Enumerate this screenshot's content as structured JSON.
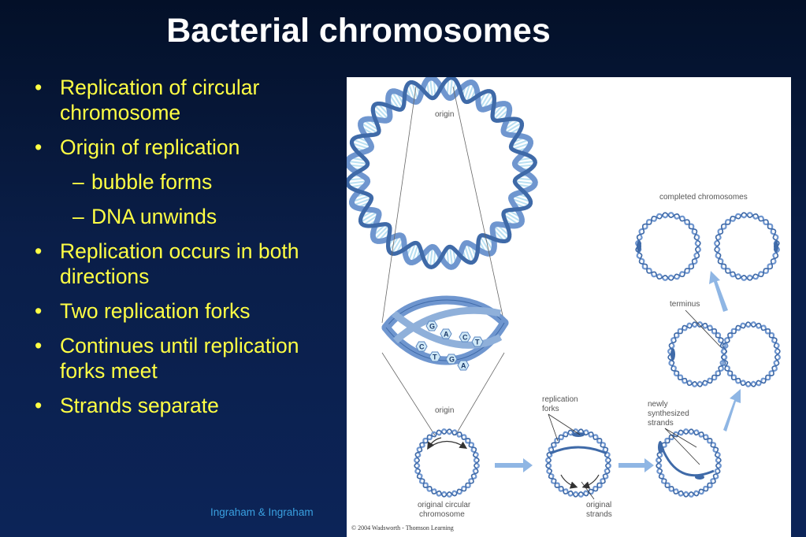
{
  "slide": {
    "title": "Bacterial chromosomes",
    "credit": "Ingraham & Ingraham"
  },
  "bullets": [
    {
      "level": 1,
      "marker": "•",
      "text": "Replication of circular chromosome"
    },
    {
      "level": 1,
      "marker": "•",
      "text": "Origin of replication"
    },
    {
      "level": 2,
      "marker": "–",
      "text": "bubble forms"
    },
    {
      "level": 2,
      "marker": "–",
      "text": "DNA unwinds"
    },
    {
      "level": 1,
      "marker": "•",
      "text": "Replication occurs in both directions"
    },
    {
      "level": 1,
      "marker": "•",
      "text": "Two replication forks"
    },
    {
      "level": 1,
      "marker": "•",
      "text": "Continues until replication forks meet"
    },
    {
      "level": 1,
      "marker": "•",
      "text": "Strands separate"
    }
  ],
  "figure": {
    "labels": {
      "origin_top": "origin",
      "origin_bottom": "origin",
      "completed": "completed chromosomes",
      "terminus": "terminus",
      "replication_forks_1": "replication",
      "replication_forks_2": "forks",
      "newly_1": "newly",
      "newly_2": "synthesized",
      "newly_3": "strands",
      "original_circular_1": "original circular",
      "original_circular_2": "chromosome",
      "original_strands_1": "original",
      "original_strands_2": "strands",
      "copyright": "© 2004 Wadsworth - Thomson Learning"
    },
    "bases": [
      "G",
      "A",
      "C",
      "T",
      "C",
      "T",
      "G",
      "A"
    ],
    "colors": {
      "dna": "#6f96cf",
      "dna_dark": "#3f6aa8",
      "rung": "#b9e0f2",
      "arrow": "#8fb6e4"
    }
  }
}
